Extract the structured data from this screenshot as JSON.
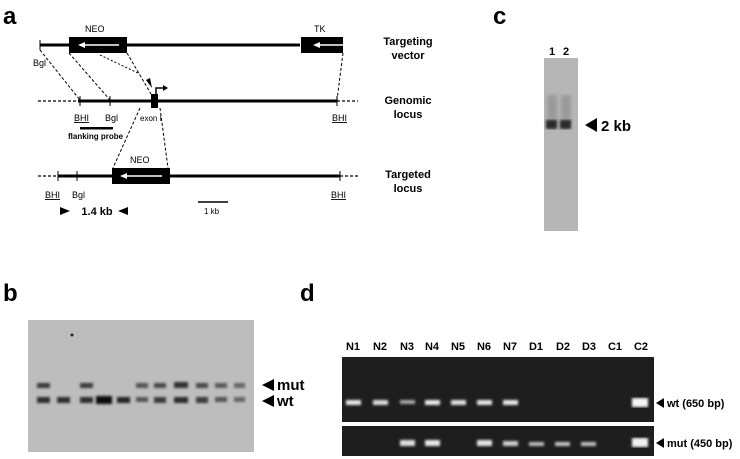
{
  "panels": {
    "a": {
      "label": "a",
      "neo_label": "NEO",
      "tk_label": "TK",
      "row_labels": {
        "targeting_vector": [
          "Targeting",
          "vector"
        ],
        "genomic_locus": [
          "Genomic",
          "locus"
        ],
        "targeted_locus": [
          "Targeted",
          "locus"
        ]
      },
      "site_labels": {
        "bgl": "Bgl",
        "bhi": "BHI",
        "exon": "exon I",
        "flanking_probe": "flanking probe",
        "scale_bar": "1 kb",
        "fragment": "1.4 kb"
      }
    },
    "b": {
      "label": "b",
      "band_labels": [
        "mut",
        "wt"
      ]
    },
    "c": {
      "label": "c",
      "lanes": [
        "1",
        "2"
      ],
      "band_label": "2 kb"
    },
    "d": {
      "label": "d",
      "lanes": [
        "N1",
        "N2",
        "N3",
        "N4",
        "N5",
        "N6",
        "N7",
        "D1",
        "D2",
        "D3",
        "C1",
        "C2"
      ],
      "band_labels": [
        "wt (650 bp)",
        "mut (450 bp)"
      ]
    }
  }
}
